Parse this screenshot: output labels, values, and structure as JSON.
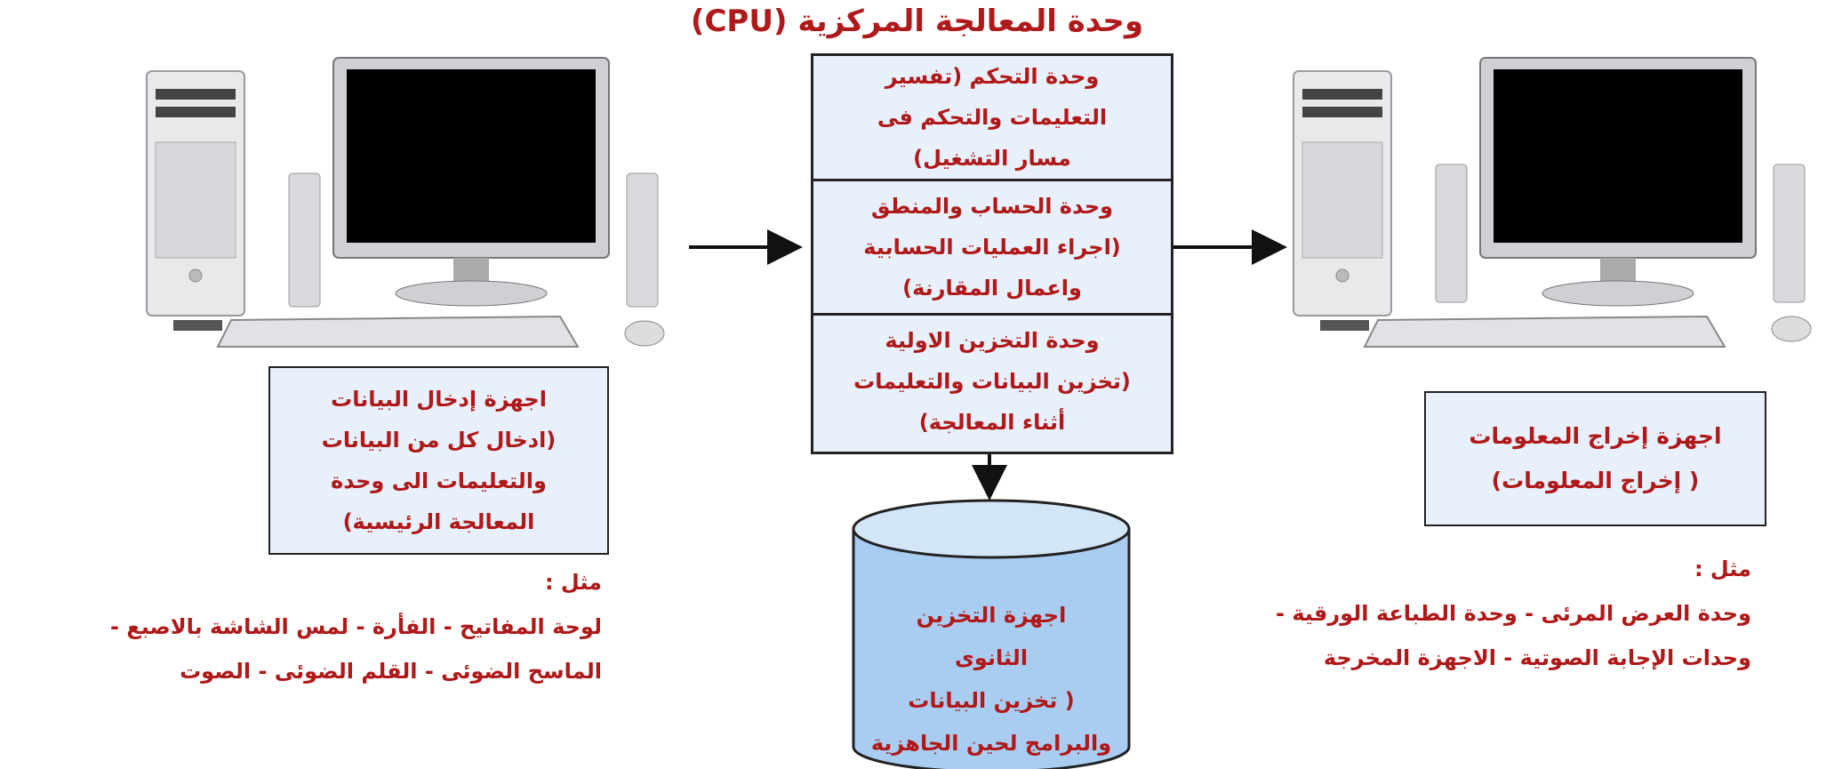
{
  "title": "وحدة المعالجة المركزية (CPU)",
  "cpu": {
    "control_unit": [
      "وحدة التحكم (تفسير",
      "التعليمات والتحكم فى",
      "مسار التشغيل)"
    ],
    "alu": [
      "وحدة الحساب والمنطق",
      "(اجراء العمليات الحسابية",
      "واعمال المقارنة)"
    ],
    "primary_storage": [
      "وحدة التخزين الاولية",
      "(تخزين البيانات والتعليمات",
      "أثناء المعالجة)"
    ]
  },
  "input": {
    "box": [
      "اجهزة  إدخال البيانات",
      "(ادخال كل من البيانات",
      "والتعليمات الى وحدة",
      "المعالجة الرئيسية)"
    ],
    "examples": [
      "مثل :",
      "لوحة المفاتيح   - الفأرة   -  لمس الشاشة بالاصبع -",
      "الماسح الضوئى    - القلم الضوئى   - الصوت"
    ]
  },
  "output": {
    "box": [
      "اجهزة إخراج المعلومات",
      "( إخراج المعلومات)"
    ],
    "examples": [
      "مثل :",
      "وحدة العرض المرئى     - وحدة الطباعة الورقية -",
      "وحدات الإجابة الصوتية   - الاجهزة المخرجة"
    ]
  },
  "secondary_storage": [
    "اجهزة التخزين",
    "الثانوى",
    "( تخزين البيانات",
    "والبرامج لحين الجاهزية"
  ],
  "colors": {
    "text": "#b01919",
    "box_fill": "#e8f0fb",
    "cylinder_fill": "#a9cdf0",
    "stroke": "#222222"
  }
}
